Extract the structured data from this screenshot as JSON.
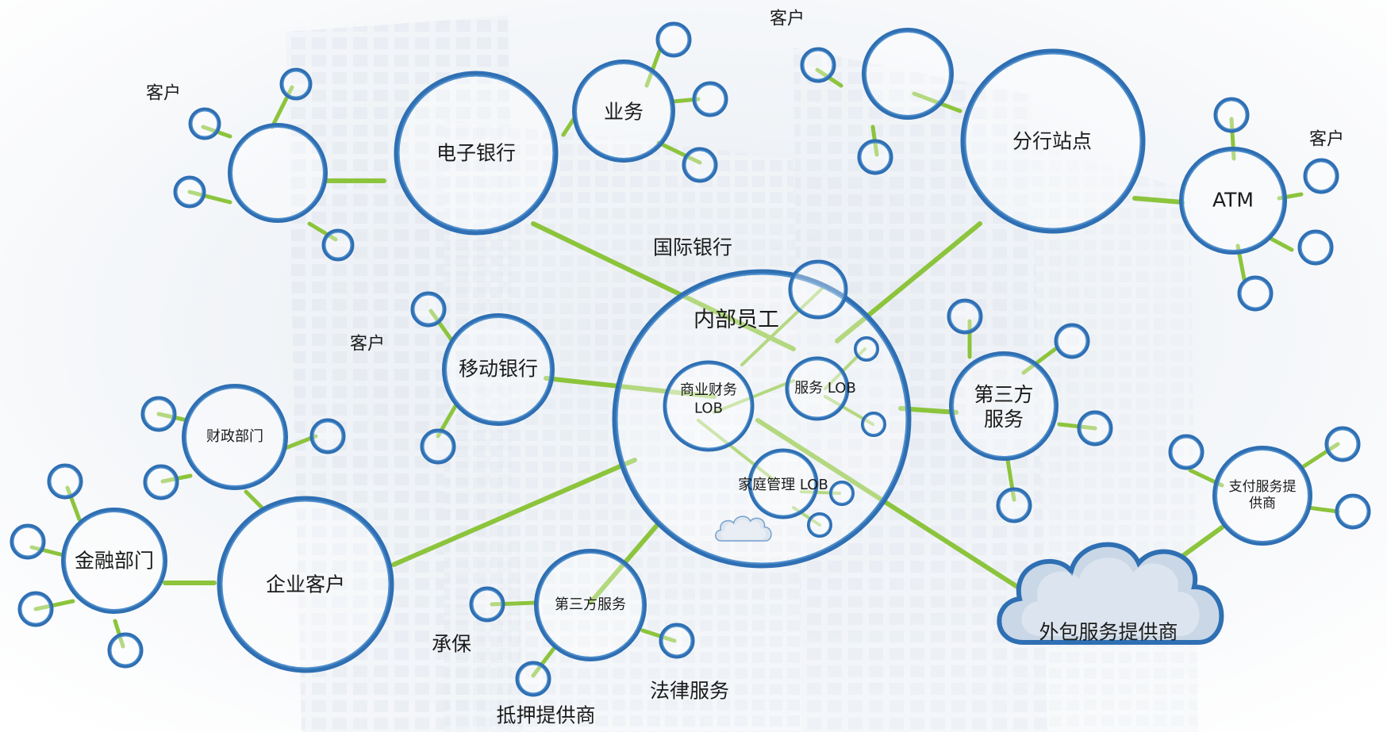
{
  "colors": {
    "ring": "#2f6fb3",
    "ring_light": "#5a9ad6",
    "link": "#8cc43c",
    "text": "#1b1b1b",
    "cloud": "#c9d7e6"
  },
  "diagram": {
    "central": "内部员工",
    "nodes": {
      "e_banking": "电子银行",
      "business": "业务",
      "branch": "分行站点",
      "atm": "ATM",
      "mobile": "移动银行",
      "commercial_lob": "商业财务 LOB",
      "service_lob": "服务 LOB",
      "home_lob": "家庭管理 LOB",
      "third_party_right": "第三方服务",
      "third_party_bottom": "第三方服务",
      "finance_dept": "财政部门",
      "financial_dept": "金融部门",
      "corporate": "企业客户",
      "payment": "支付服务提供商",
      "outsourcing": "外包服务提供商"
    },
    "free_labels": {
      "cust_top_left": "客户",
      "cust_top": "客户",
      "cust_right": "客户",
      "cust_mid": "客户",
      "international": "国际银行",
      "underwriting": "承保",
      "legal": "法律服务",
      "mortgage": "抵押提供商"
    }
  }
}
